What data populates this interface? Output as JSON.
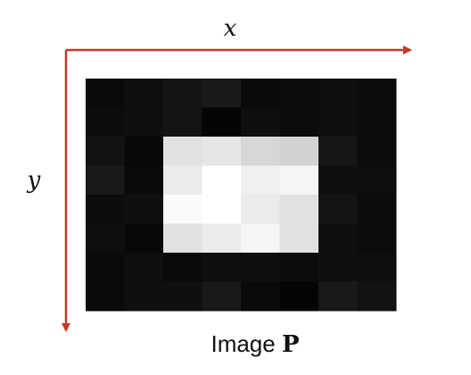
{
  "axes": {
    "x_label": "x",
    "y_label": "y",
    "arrow_color": "#c0392b"
  },
  "image_grid": {
    "rows": 8,
    "cols": 8,
    "colormap": "grayscale",
    "intensities": [
      [
        10,
        15,
        20,
        25,
        10,
        12,
        14,
        12
      ],
      [
        12,
        15,
        20,
        5,
        15,
        12,
        14,
        12
      ],
      [
        18,
        8,
        225,
        230,
        215,
        210,
        22,
        12
      ],
      [
        25,
        10,
        235,
        255,
        240,
        245,
        15,
        14
      ],
      [
        12,
        15,
        250,
        255,
        235,
        225,
        20,
        12
      ],
      [
        15,
        8,
        225,
        235,
        245,
        225,
        15,
        12
      ],
      [
        10,
        15,
        10,
        15,
        15,
        12,
        15,
        14
      ],
      [
        10,
        15,
        15,
        25,
        10,
        5,
        25,
        18
      ]
    ]
  },
  "caption": {
    "prefix": "Image ",
    "symbol": "P"
  }
}
